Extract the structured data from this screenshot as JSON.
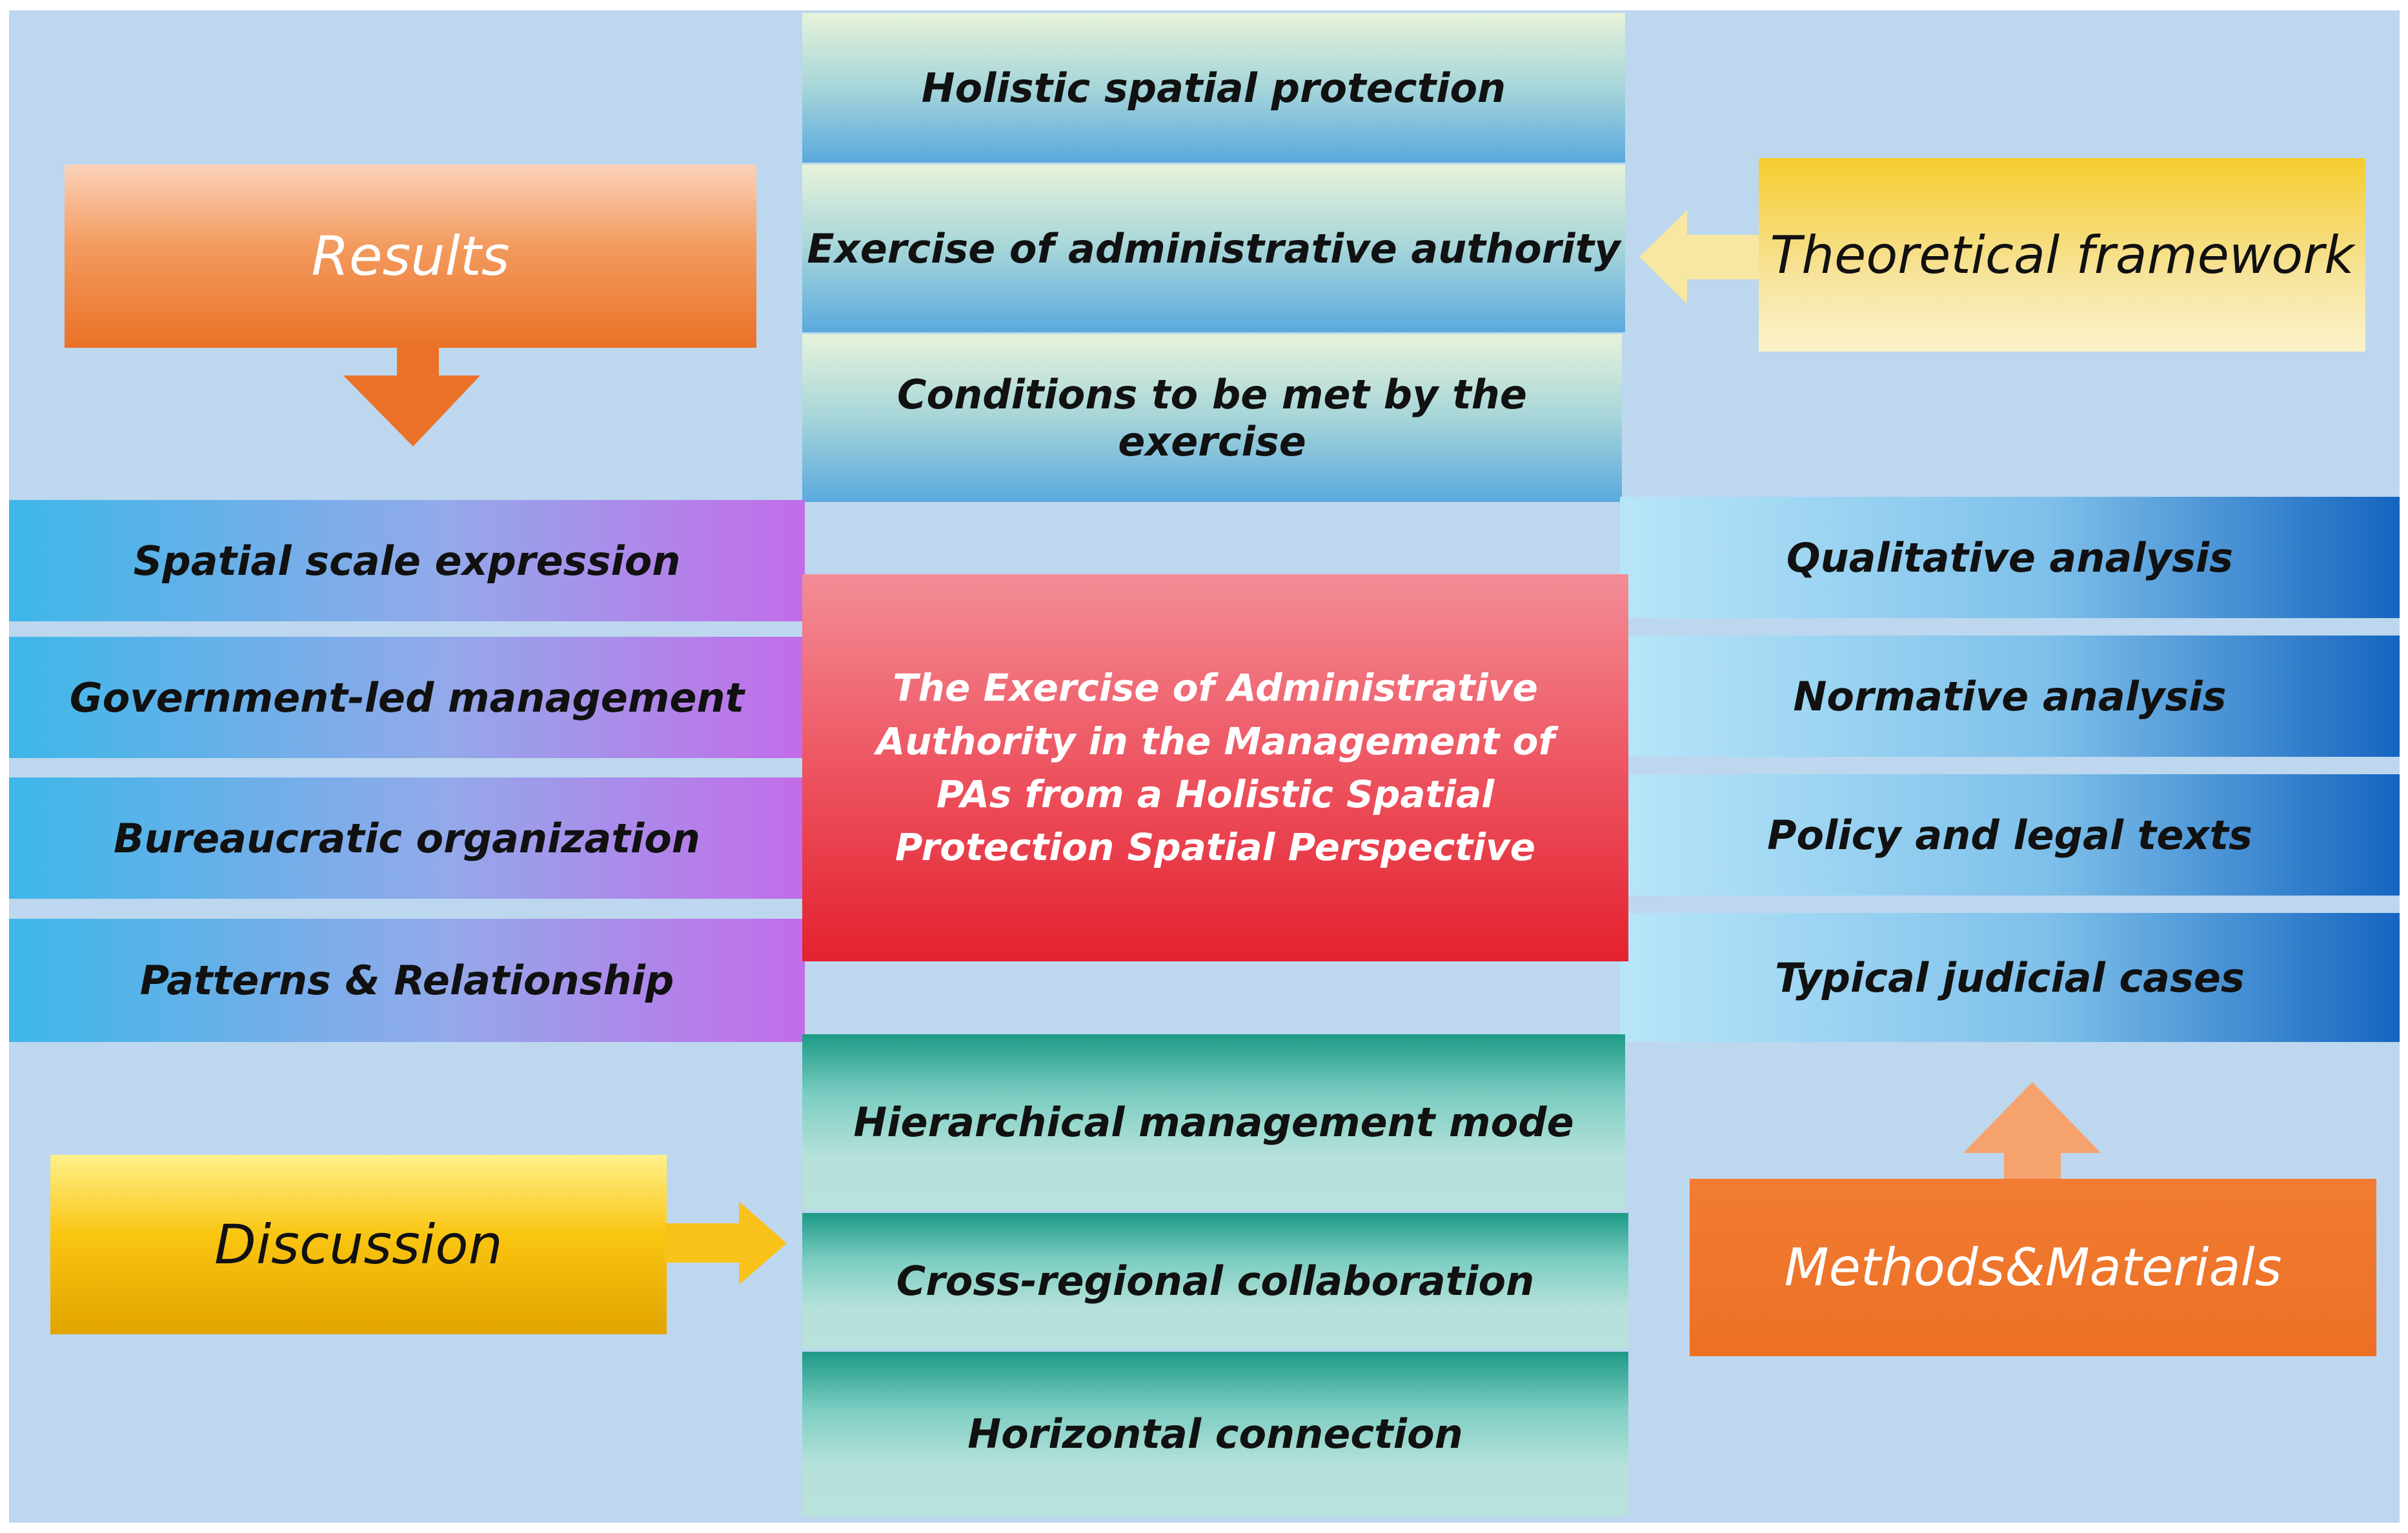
{
  "center_title": "The Exercise of Administrative Authority in the Management of PAs from a Holistic Spatial Protection Spatial Perspective",
  "top_items": [
    "Holistic spatial protection",
    "Exercise of administrative authority",
    "Conditions to be met by the exercise"
  ],
  "left_items": [
    "Spatial scale expression",
    "Government-led management",
    "Bureaucratic organization",
    "Patterns & Relationship"
  ],
  "right_items": [
    "Qualitative analysis",
    "Normative analysis",
    "Policy and legal texts",
    "Typical judicial cases"
  ],
  "bottom_items": [
    "Hierarchical management mode",
    "Cross-regional collaboration",
    "Horizontal connection"
  ],
  "sections": {
    "results": "Results",
    "theoretical_framework": "Theoretical framework",
    "discussion": "Discussion",
    "methods_materials": "Methods&Materials"
  },
  "colors": {
    "background": "#bdd7ee",
    "center_red": "#e4212f",
    "results_orange": "#ea7127",
    "theory_yellow": "#f5cc2d",
    "discussion_gold": "#fac511",
    "methods_orange": "#eb7024"
  }
}
